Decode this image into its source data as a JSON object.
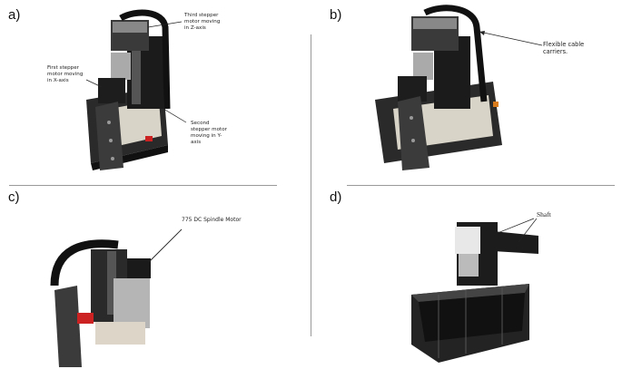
{
  "panels": {
    "a": {
      "label": "a)",
      "annotations": {
        "third": "Third stepper motor moving in Z-axis",
        "first": "First stepper motor moving in X-axis",
        "second": "Second stepper motor moving in Y-axis"
      }
    },
    "b": {
      "label": "b)",
      "annotations": {
        "carriers": "Flexible cable carriers."
      }
    },
    "c": {
      "label": "c)",
      "annotations": {
        "spindle": "775 DC Spindle Motor"
      }
    },
    "d": {
      "label": "d)",
      "annotations": {
        "shaft": "Shaft"
      }
    }
  }
}
